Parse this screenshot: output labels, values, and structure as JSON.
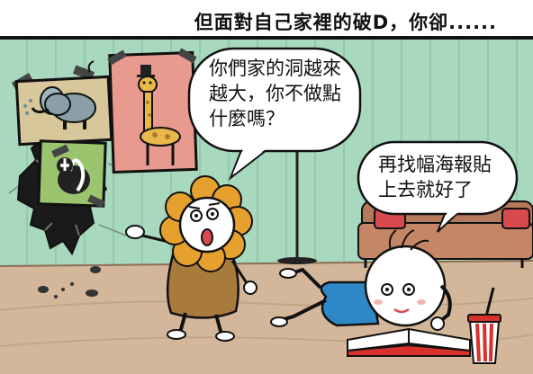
{
  "caption": "但面對自己家裡的破D，你卻......",
  "bubbles": {
    "lion_line1": "你們家的洞越來",
    "lion_line2": "越大，你不做點",
    "lion_line3": "什麼嗎？",
    "kid_line1": "再找幅海報貼",
    "kid_line2": "上去就好了"
  },
  "colors": {
    "wall": "#a8d8bd",
    "floor": "#d4b79a",
    "lion_mane": "#e5a02e",
    "lion_body": "#a87a3c",
    "sofa": "#b5795c",
    "elephant_poster": "#d7c79b",
    "skunk_poster": "#9ac46e",
    "giraffe_poster": "#e79a8d",
    "kid_shirt": "#2e88c7",
    "cup_stripe": "#d8312c"
  }
}
